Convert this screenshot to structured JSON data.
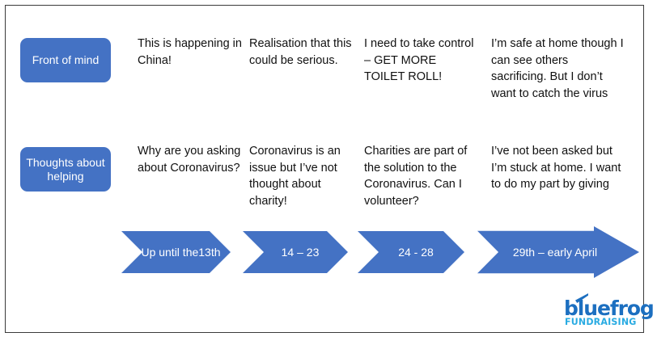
{
  "slide": {
    "accent_color": "#4472C4",
    "text_color": "#111111",
    "background": "#ffffff"
  },
  "rows": [
    {
      "label": "Front of mind",
      "cells": [
        "This is happening in China!",
        "Realisation that this could be serious.",
        "I need to take control – GET MORE TOILET ROLL!",
        "I’m safe at home though I can see others sacrificing. But I don’t want to catch the virus"
      ]
    },
    {
      "label": "Thoughts about helping",
      "cells": [
        "Why are you asking about Coronavirus?",
        "Coronavirus  is an issue but I’ve not thought about charity!",
        "Charities are part of the solution to the Coronavirus. Can I volunteer?",
        "I’ve not been asked but I’m stuck at home.  I want to do my part by giving"
      ]
    }
  ],
  "timeline": {
    "steps": [
      {
        "label": "Up until the13th",
        "shape": "chevron"
      },
      {
        "label": "14 – 23",
        "shape": "chevron"
      },
      {
        "label": "24 - 28",
        "shape": "chevron"
      },
      {
        "label": "29th – early April",
        "shape": "arrow"
      }
    ]
  },
  "logo": {
    "word": "bluefrog",
    "subtitle": "FUNDRAISING",
    "word_color": "#1C6FC0",
    "subtitle_color": "#29ABE2"
  }
}
